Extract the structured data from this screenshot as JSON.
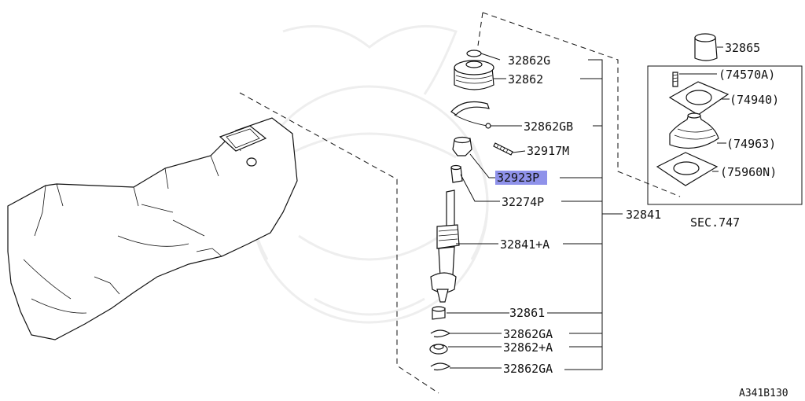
{
  "labels": {
    "p32862g": "32862G",
    "p32862": "32862",
    "p32862gb": "32862GB",
    "p32917m": "32917M",
    "p32923p": "32923P",
    "p32274p": "32274P",
    "p32841": "32841",
    "p32841a": "32841+A",
    "p32861": "32861",
    "p32862ga_upper": "32862GA",
    "p32862a": "32862+A",
    "p32862ga_lower": "32862GA",
    "p32865": "32865",
    "p74570a": "(74570A)",
    "p74940": "(74940)",
    "p74963": "(74963)",
    "p75960n": "(75960N)",
    "sec747": "SEC.747",
    "diagram_code": "A341B130"
  },
  "highlight": {
    "color": "#7b7fe6",
    "target": "32923P"
  }
}
